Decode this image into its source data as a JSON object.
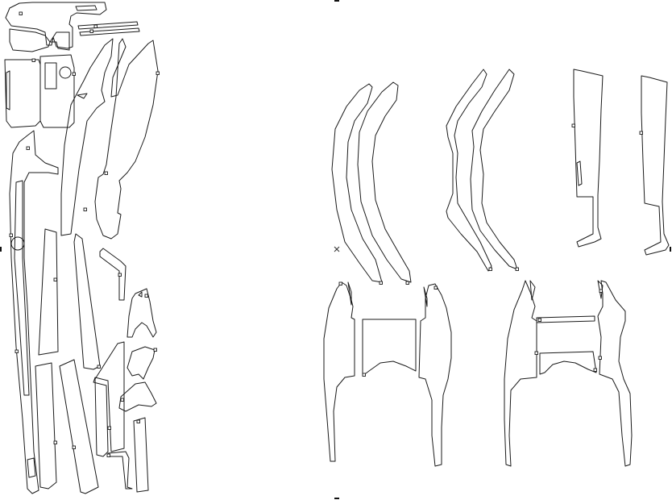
{
  "app": {
    "view": "cut-template-preview"
  },
  "colors": {
    "background": "#ffffff",
    "stroke": "#1a1a1a",
    "handle_fill": "#ffffff"
  },
  "icons": {
    "selection_handle": "small-square-handle",
    "cursor": "x-cross-cursor",
    "page_edge_marker": "short-tick"
  },
  "sheets": [
    {
      "id": "sheet-left",
      "description_visible": false
    },
    {
      "id": "sheet-right",
      "description_visible": false
    }
  ]
}
